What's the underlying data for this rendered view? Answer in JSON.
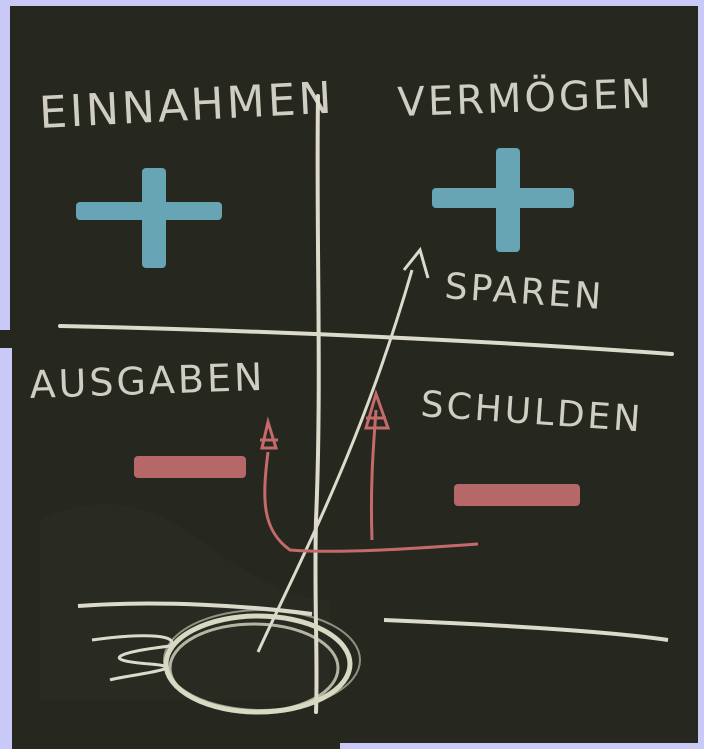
{
  "board": {
    "labels": {
      "top_left": "EINNAHMEN",
      "top_right": "VERMÖGEN",
      "mid_right": "SPAREN",
      "bottom_left": "AUSGABEN",
      "bottom_right": "SCHULDEN"
    },
    "colors": {
      "frame": "#c9c9f7",
      "chalkboard": "#26271f",
      "chalk_white": "#e6e4d6",
      "chalk_blue": "#6fb3c6",
      "chalk_red": "#c77070"
    },
    "symbols": [
      "plus-sign",
      "plus-sign",
      "minus-sign",
      "minus-sign"
    ]
  }
}
